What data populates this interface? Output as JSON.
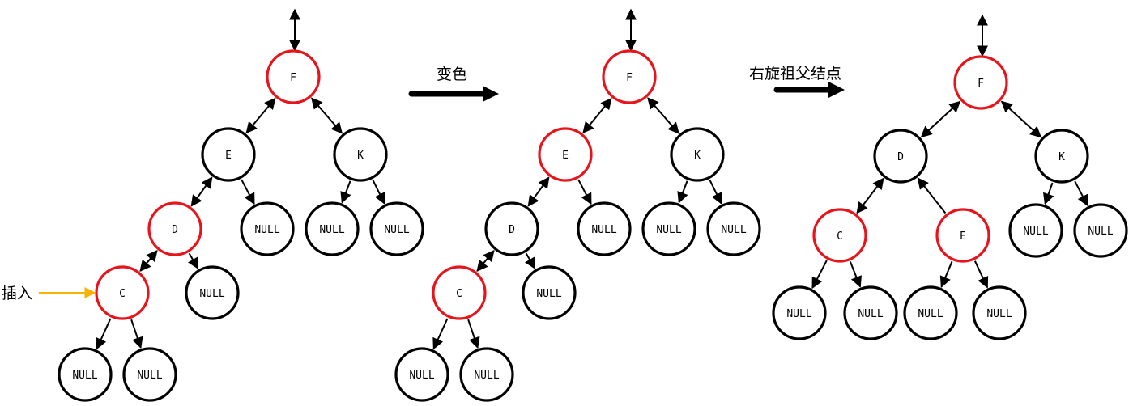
{
  "colors": {
    "black_node": "#000000",
    "red_node": "#e8141c",
    "insert_arrow": "#f5b400",
    "background": "#ffffff"
  },
  "captions": {
    "insert": "插入",
    "recolor": "变色",
    "rotate": "右旋祖父结点"
  },
  "diagrams": [
    {
      "id": "before",
      "nodes": [
        {
          "key": "F",
          "label": "F",
          "color": "red"
        },
        {
          "key": "E",
          "label": "E",
          "color": "black"
        },
        {
          "key": "K",
          "label": "K",
          "color": "black"
        },
        {
          "key": "D",
          "label": "D",
          "color": "red"
        },
        {
          "key": "E_null",
          "label": "NULL",
          "color": "black"
        },
        {
          "key": "K_null1",
          "label": "NULL",
          "color": "black"
        },
        {
          "key": "K_null2",
          "label": "NULL",
          "color": "black"
        },
        {
          "key": "C",
          "label": "C",
          "color": "red"
        },
        {
          "key": "D_null",
          "label": "NULL",
          "color": "black"
        },
        {
          "key": "C_null1",
          "label": "NULL",
          "color": "black"
        },
        {
          "key": "C_null2",
          "label": "NULL",
          "color": "black"
        }
      ]
    },
    {
      "id": "recolored",
      "nodes": [
        {
          "key": "F",
          "label": "F",
          "color": "red"
        },
        {
          "key": "E",
          "label": "E",
          "color": "red"
        },
        {
          "key": "K",
          "label": "K",
          "color": "black"
        },
        {
          "key": "D",
          "label": "D",
          "color": "black"
        },
        {
          "key": "E_null",
          "label": "NULL",
          "color": "black"
        },
        {
          "key": "K_null1",
          "label": "NULL",
          "color": "black"
        },
        {
          "key": "K_null2",
          "label": "NULL",
          "color": "black"
        },
        {
          "key": "C",
          "label": "C",
          "color": "red"
        },
        {
          "key": "D_null",
          "label": "NULL",
          "color": "black"
        },
        {
          "key": "C_null1",
          "label": "NULL",
          "color": "black"
        },
        {
          "key": "C_null2",
          "label": "NULL",
          "color": "black"
        }
      ]
    },
    {
      "id": "rotated",
      "nodes": [
        {
          "key": "F",
          "label": "F",
          "color": "red"
        },
        {
          "key": "D",
          "label": "D",
          "color": "black"
        },
        {
          "key": "K",
          "label": "K",
          "color": "black"
        },
        {
          "key": "C",
          "label": "C",
          "color": "red"
        },
        {
          "key": "E",
          "label": "E",
          "color": "red"
        },
        {
          "key": "K_null1",
          "label": "NULL",
          "color": "black"
        },
        {
          "key": "K_null2",
          "label": "NULL",
          "color": "black"
        },
        {
          "key": "C_null1",
          "label": "NULL",
          "color": "black"
        },
        {
          "key": "C_null2",
          "label": "NULL",
          "color": "black"
        },
        {
          "key": "E_null1",
          "label": "NULL",
          "color": "black"
        },
        {
          "key": "E_null2",
          "label": "NULL",
          "color": "black"
        }
      ]
    }
  ]
}
